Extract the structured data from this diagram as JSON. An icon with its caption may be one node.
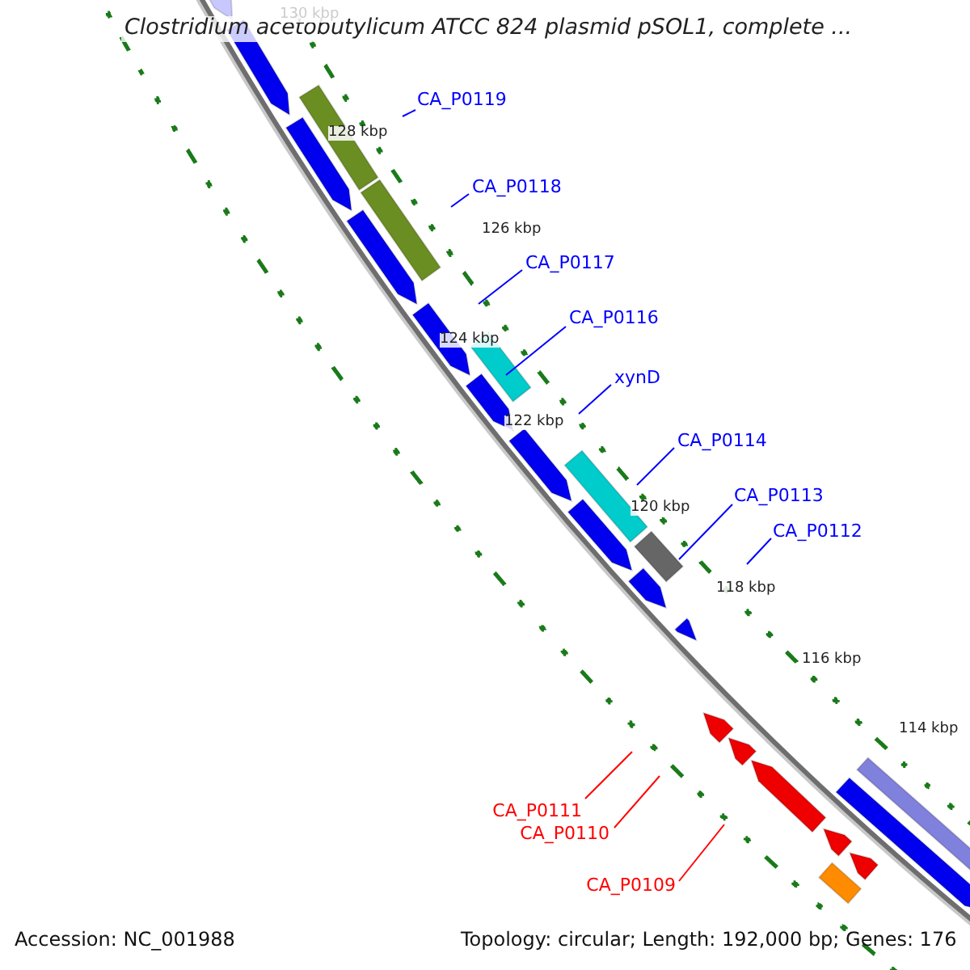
{
  "diagram": {
    "title": "Clostridium acetobutylicum ATCC 824 plasmid pSOL1, complete ...",
    "nodes": [
      {
        "text": [
          "CA_P0119"
        ]
      },
      {
        "text": [
          "CA_P0118"
        ]
      },
      {
        "text": [
          "CA_P0117"
        ]
      },
      {
        "text": [
          "CA_P0116"
        ]
      },
      {
        "text": [
          "xynD"
        ]
      },
      {
        "text": [
          "CA_P0114"
        ]
      },
      {
        "text": [
          "CA_P0113"
        ]
      },
      {
        "text": [
          "CA_P0112"
        ]
      },
      {
        "text": [
          "CA_P0111"
        ]
      },
      {
        "text": [
          "CA_P0110"
        ]
      },
      {
        "text": [
          "CA_P0109"
        ]
      }
    ],
    "edges": [
      {
        "from": 0,
        "to": null,
        "arrow": "none"
      },
      {
        "from": 1,
        "to": null,
        "arrow": "none"
      },
      {
        "from": 2,
        "to": null,
        "arrow": "none"
      },
      {
        "from": 3,
        "to": null,
        "arrow": "none"
      },
      {
        "from": 4,
        "to": null,
        "arrow": "none"
      },
      {
        "from": 5,
        "to": null,
        "arrow": "none"
      },
      {
        "from": 6,
        "to": null,
        "arrow": "none"
      },
      {
        "from": 7,
        "to": null,
        "arrow": "none"
      },
      {
        "from": 8,
        "to": null,
        "arrow": "none",
        "color": "#ff0000"
      },
      {
        "from": 9,
        "to": null,
        "arrow": "none",
        "color": "#ff0000"
      },
      {
        "from": 10,
        "to": null,
        "arrow": "none",
        "color": "#ff0000"
      }
    ],
    "labels": [
      "130 kbp",
      "128 kbp",
      "126 kbp",
      "124 kbp",
      "122 kbp",
      "120 kbp",
      "118 kbp",
      "116 kbp",
      "114 kbp",
      "Accession: NC_001988",
      "Topology: circular; Length: 192,000 bp; Genes: 176"
    ]
  }
}
